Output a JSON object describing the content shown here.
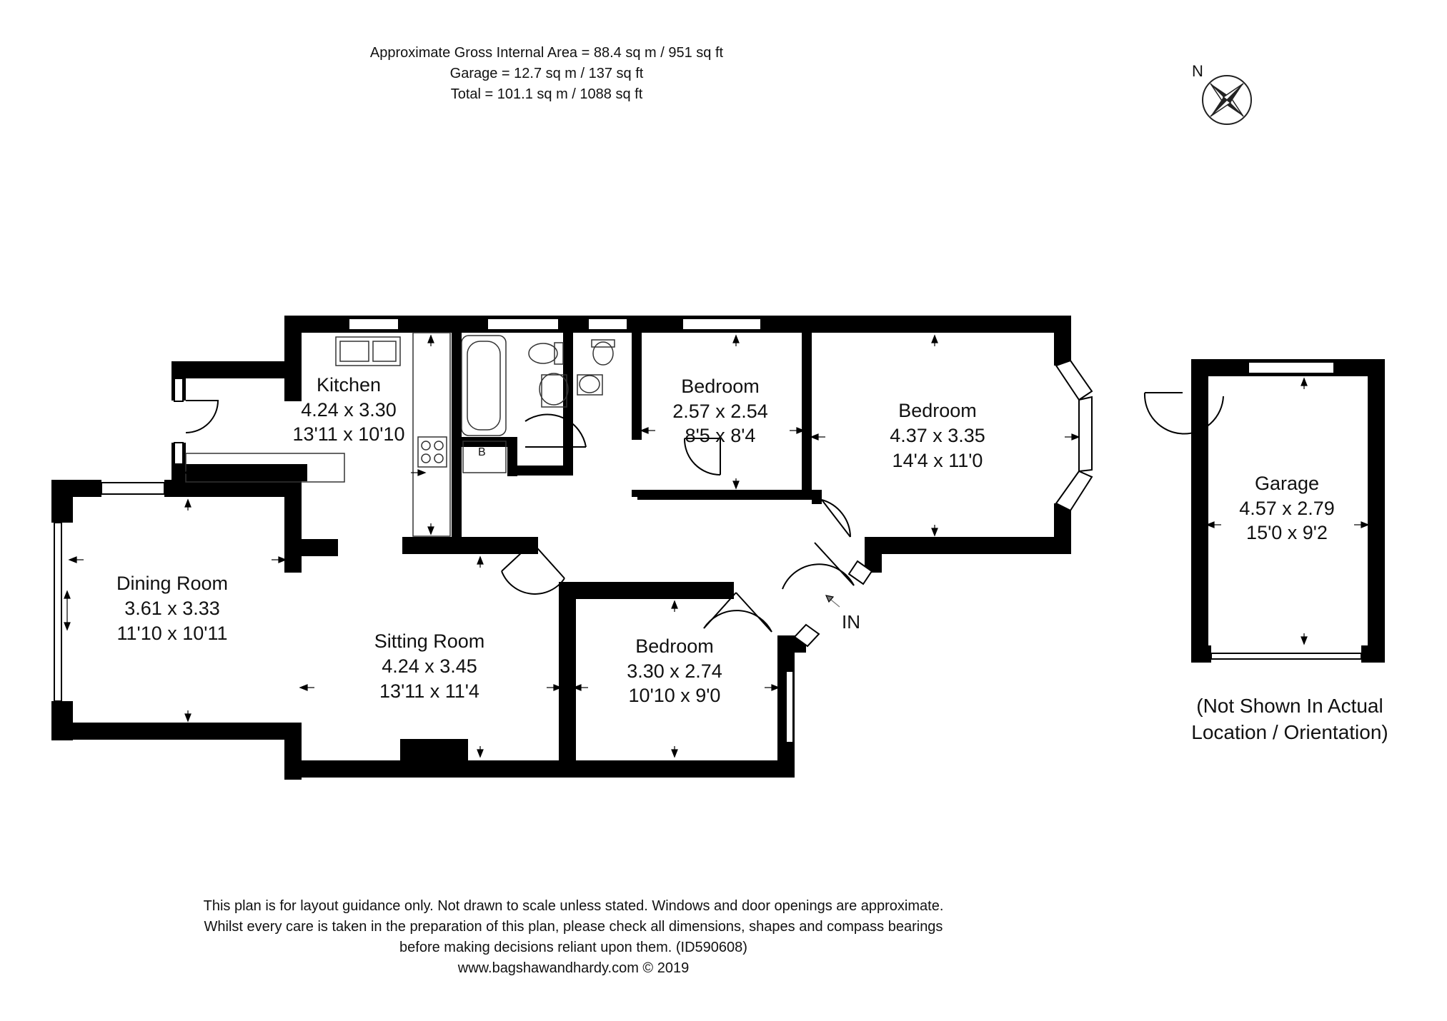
{
  "header": {
    "gross_area": "Approximate Gross Internal Area = 88.4 sq m / 951 sq ft",
    "garage_area": "Garage = 12.7 sq m / 137 sq ft",
    "total_area": "Total = 101.1 sq m / 1088 sq ft"
  },
  "compass": {
    "label": "N"
  },
  "rooms": {
    "kitchen": {
      "name": "Kitchen",
      "metric": "4.24 x 3.30",
      "imperial": "13'11 x 10'10"
    },
    "bedroom_small": {
      "name": "Bedroom",
      "metric": "2.57 x 2.54",
      "imperial": "8'5 x 8'4"
    },
    "bedroom_large": {
      "name": "Bedroom",
      "metric": "4.37 x 3.35",
      "imperial": "14'4 x 11'0"
    },
    "dining": {
      "name": "Dining Room",
      "metric": "3.61 x 3.33",
      "imperial": "11'10 x 10'11"
    },
    "sitting": {
      "name": "Sitting Room",
      "metric": "4.24 x 3.45",
      "imperial": "13'11 x 11'4"
    },
    "bedroom_front": {
      "name": "Bedroom",
      "metric": "3.30 x 2.74",
      "imperial": "10'10 x 9'0"
    },
    "garage": {
      "name": "Garage",
      "metric": "4.57 x 2.79",
      "imperial": "15'0 x 9'2"
    }
  },
  "boiler_label": "B",
  "entrance_label": "IN",
  "garage_note": {
    "line1": "(Not Shown In Actual",
    "line2": "Location / Orientation)"
  },
  "footer": {
    "line1": "This plan is for layout guidance only. Not drawn to scale unless stated. Windows and door openings are approximate.",
    "line2": "Whilst every care is taken in the preparation of this plan, please check all dimensions, shapes and compass bearings",
    "line3": "before making decisions reliant upon them. (ID590608)",
    "line4": "www.bagshawandhardy.com © 2019"
  }
}
